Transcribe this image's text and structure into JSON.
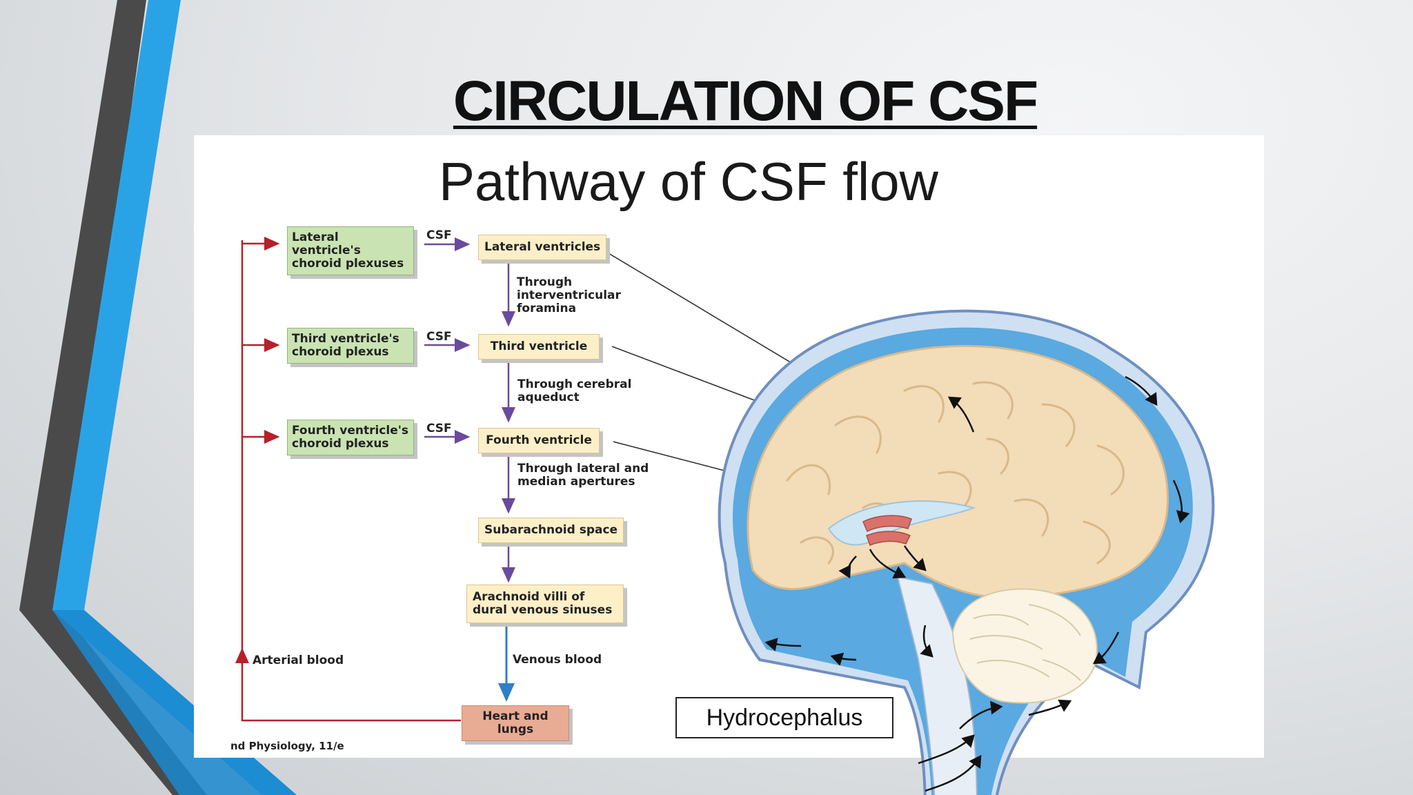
{
  "slide": {
    "title": "CIRCULATION OF CSF"
  },
  "diagram": {
    "title": "Pathway of CSF flow",
    "choroid_boxes": [
      "Lateral ventricle's choroid plexuses",
      "Third ventricle's choroid plexus",
      "Fourth ventricle's choroid plexus"
    ],
    "csf_labels": [
      "CSF",
      "CSF",
      "CSF"
    ],
    "flow_boxes": [
      "Lateral ventricles",
      "Third ventricle",
      "Fourth ventricle",
      "Subarachnoid space",
      "Arachnoid villi of dural venous sinuses"
    ],
    "through_labels": [
      "Through interventricular foramina",
      "Through cerebral aqueduct",
      "Through lateral and median apertures"
    ],
    "heart_box": "Heart and lungs",
    "arterial_label": "Arterial blood",
    "venous_label": "Venous blood",
    "hydrocephalus_label": "Hydrocephalus",
    "credit": "nd Physiology, 11/e",
    "colors": {
      "green_box": "#c9e3b2",
      "yellow_box": "#fdf0c8",
      "salmon_box": "#e8ab93",
      "csf_arrow": "#6a4a9c",
      "arterial_arrow": "#b5202a",
      "venous_arrow": "#2f7fc8",
      "accent_blue": "#2aa3e6",
      "accent_dark": "#4a4a4a"
    }
  }
}
